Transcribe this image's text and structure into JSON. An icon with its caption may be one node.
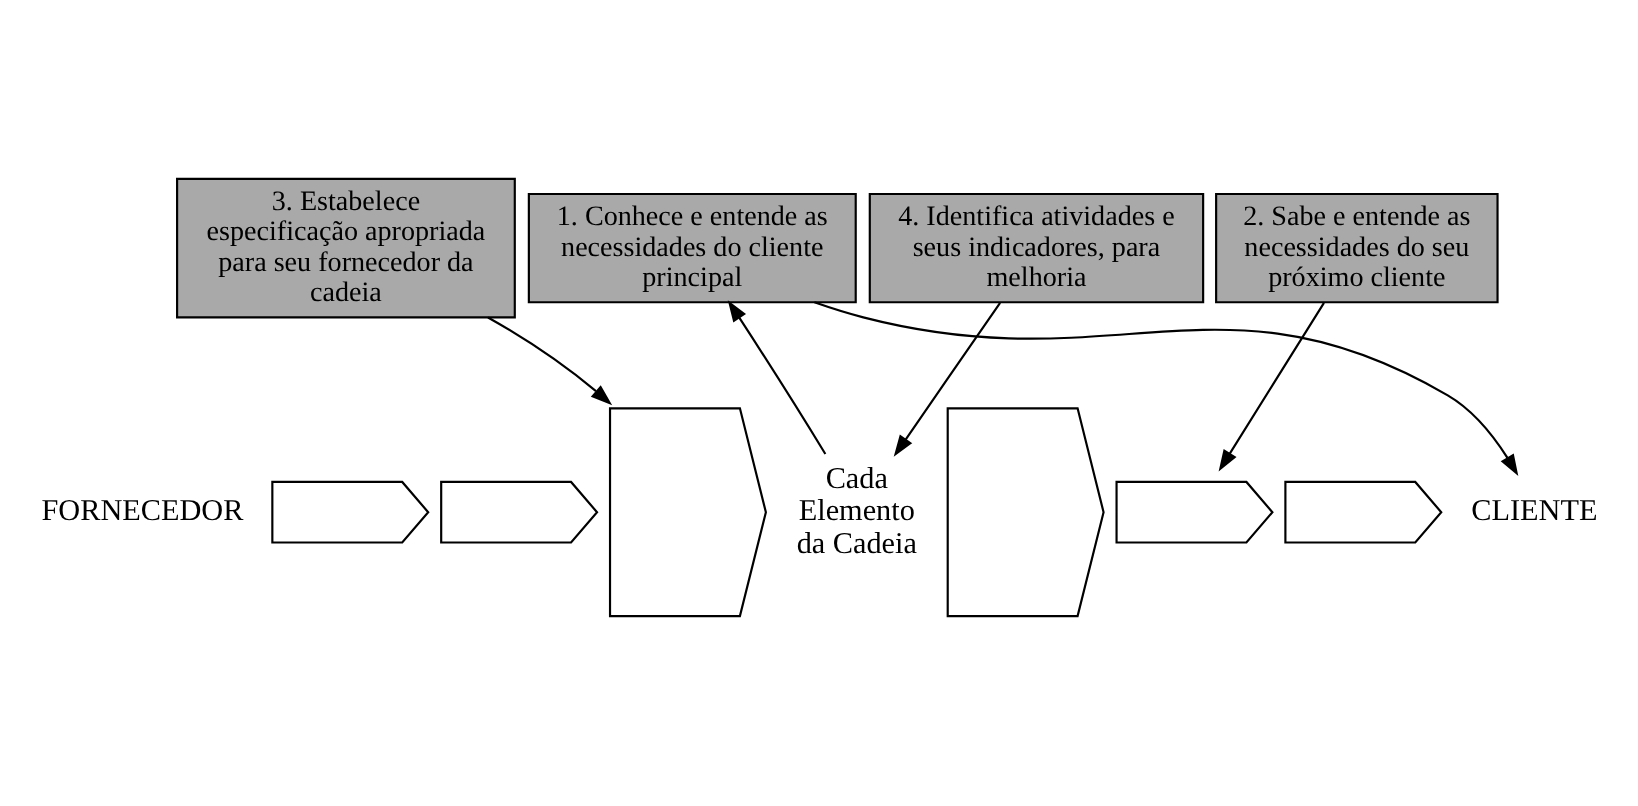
{
  "diagram": {
    "nodes": [
      {
        "text": [
          "FORNECEDOR"
        ]
      },
      {
        "text": [],
        "shape": "chevron"
      },
      {
        "text": [],
        "shape": "chevron"
      },
      {
        "text": [],
        "shape": "chevron"
      },
      {
        "text": [
          "Cada Elemento da Cadeia"
        ]
      },
      {
        "text": [],
        "shape": "chevron"
      },
      {
        "text": [],
        "shape": "chevron"
      },
      {
        "text": [],
        "shape": "chevron"
      },
      {
        "text": [
          "CLIENTE"
        ]
      },
      {
        "text": [
          "1. Conhece e entende as necessidades do cliente principal"
        ]
      },
      {
        "text": [
          "2. Sabe e entende as necessidades do seu próximo cliente"
        ]
      },
      {
        "text": [
          "3. Estabelece especificação apropriada para seu fornecedor da cadeia"
        ]
      },
      {
        "text": [
          "4. Identifica atividades e seus indicadores, para melhoria"
        ]
      }
    ],
    "edges": [
      {
        "from": 4,
        "to": 9,
        "arrow": "to"
      },
      {
        "from": 9,
        "to": 8,
        "arrow": "to"
      },
      {
        "from": 11,
        "to": 3,
        "arrow": "to"
      },
      {
        "from": 12,
        "to": 4,
        "arrow": "to"
      },
      {
        "from": 10,
        "to": 6,
        "arrow": "to"
      }
    ]
  }
}
